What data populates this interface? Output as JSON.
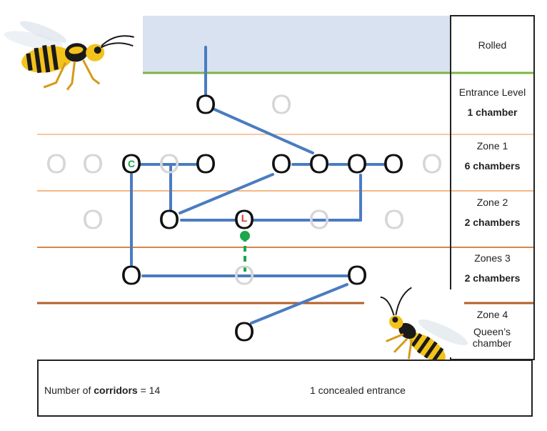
{
  "legend": {
    "rolled": "Rolled",
    "entrance_level": {
      "name": "Entrance Level",
      "count": "1 chamber"
    },
    "zone1": {
      "name": "Zone 1",
      "count": "6 chambers"
    },
    "zone2": {
      "name": "Zone 2",
      "count": "2 chambers"
    },
    "zone3": {
      "name": "Zones 3",
      "count": "2 chambers"
    },
    "zone4": {
      "name": "Zone 4",
      "count": "Queen’s chamber"
    }
  },
  "footer": {
    "corridors_prefix": "Number of ",
    "corridors_bold": "corridors",
    "corridors_suffix": " = 14",
    "concealed": "1 concealed entrance"
  },
  "chamber_symbol": "O",
  "markers": {
    "c": "C",
    "l": "L"
  },
  "colors": {
    "corridor": "#4a7cc0",
    "rolled_fill": "#d9e2f0",
    "rolled_line": "#7db443",
    "line_entrance_zone1": "#f8c8a4",
    "line_zone1_zone2": "#f5b887",
    "line_zone2_zone3": "#d9864a",
    "line_zone3_zone4": "#b15f2a",
    "concealed": "#1aa84b",
    "marker_c": "#1aa84b",
    "marker_l": "#e03030",
    "ghost": "#d6d6d6"
  },
  "icons": [
    "wasp-illustration-top-left",
    "wasp-illustration-bottom-right"
  ]
}
